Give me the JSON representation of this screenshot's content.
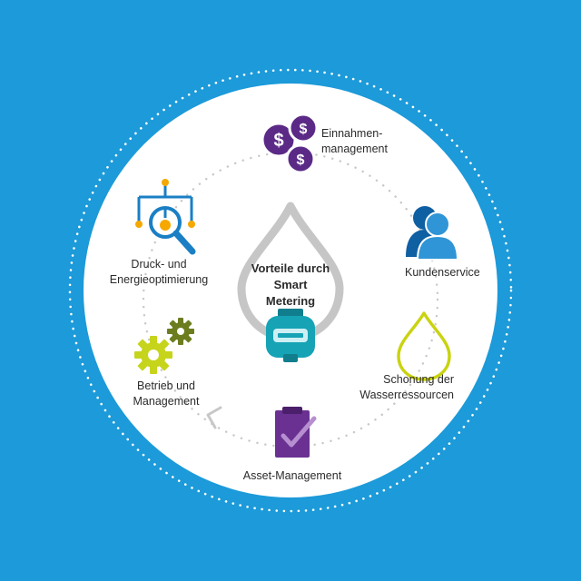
{
  "center": {
    "title_lines": [
      "Vorteile durch",
      "Smart",
      "Metering"
    ]
  },
  "items": [
    {
      "id": "revenue",
      "lines": [
        "Einnahmen-",
        "management"
      ],
      "icon": "dollar-coins-icon"
    },
    {
      "id": "service",
      "lines": [
        "Kundenservice"
      ],
      "icon": "customers-icon"
    },
    {
      "id": "water",
      "lines": [
        "Schonung der",
        "Wasserressourcen"
      ],
      "icon": "water-drop-icon"
    },
    {
      "id": "assets",
      "lines": [
        "Asset-Management"
      ],
      "icon": "clipboard-check-icon"
    },
    {
      "id": "operation",
      "lines": [
        "Betrieb und",
        "Management"
      ],
      "icon": "gears-icon"
    },
    {
      "id": "pressure",
      "lines": [
        "Druck- und",
        "Energieoptimierung"
      ],
      "icon": "network-magnifier-icon"
    }
  ],
  "colors": {
    "background": "#1c9ad9",
    "circle": "#ffffff",
    "dots": "#c8c8c8",
    "center_drop": "#c6c6c6",
    "meter": "#16a3b6",
    "revenue": "#5b2a86",
    "service": "#1a7fc4",
    "water": "#c9d30f",
    "assets": "#6a3192",
    "gears_big": "#c6d41c",
    "gears_small": "#6b7d1f",
    "pressure_blue": "#1a7fc4",
    "pressure_orange": "#f6a800"
  }
}
